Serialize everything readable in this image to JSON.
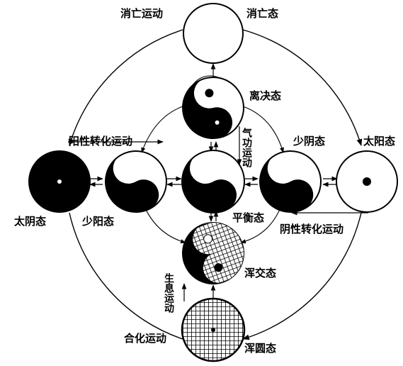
{
  "labels": {
    "dissipation_motion": "消亡运动",
    "dissipation_state": "消亡态",
    "separation_state": "离决态",
    "yang_transform_motion": "阳性转化运动",
    "lesser_yin_state": "少阴态",
    "greater_yang_state": "太阳态",
    "greater_yin_state": "太阴态",
    "lesser_yang_state": "少阳态",
    "balance_state": "平衡态",
    "yin_transform_motion": "阴性转化运动",
    "qi_motion": "气功运动",
    "mixing_state": "浑交态",
    "generation_motion": "生息运动",
    "combination_motion": "合化运动",
    "round_state": "浑圆态"
  }
}
